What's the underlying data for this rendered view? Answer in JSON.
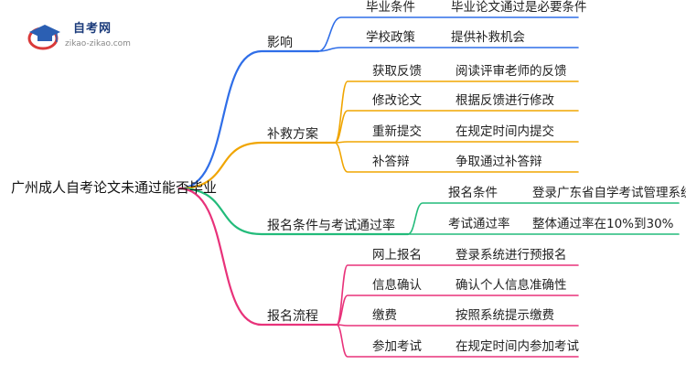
{
  "logo": {
    "title": "自考网",
    "url": "zikao-zikao.com",
    "colors": {
      "cap": "#2b5fb3",
      "ring": "#d93a3a"
    }
  },
  "root": {
    "label": "广州成人自考论文未通过能否毕业"
  },
  "branches": [
    {
      "id": "impact",
      "label": "影响",
      "color": "#2f6ee8",
      "children": [
        {
          "key": "毕业条件",
          "value": "毕业论文通过是必要条件"
        },
        {
          "key": "学校政策",
          "value": "提供补救机会"
        }
      ]
    },
    {
      "id": "remedy",
      "label": "补救方案",
      "color": "#f0a500",
      "children": [
        {
          "key": "获取反馈",
          "value": "阅读评审老师的反馈"
        },
        {
          "key": "修改论文",
          "value": "根据反馈进行修改"
        },
        {
          "key": "重新提交",
          "value": "在规定时间内提交"
        },
        {
          "key": "补答辩",
          "value": "争取通过补答辩"
        }
      ]
    },
    {
      "id": "conditions",
      "label": "报名条件与考试通过率",
      "color": "#22bb7a",
      "children": [
        {
          "key": "报名条件",
          "value": "登录广东省自学考试管理系统"
        },
        {
          "key": "考试通过率",
          "value": "整体通过率在10%到30%"
        }
      ]
    },
    {
      "id": "process",
      "label": "报名流程",
      "color": "#e8327a",
      "children": [
        {
          "key": "网上报名",
          "value": "登录系统进行预报名"
        },
        {
          "key": "信息确认",
          "value": "确认个人信息准确性"
        },
        {
          "key": "缴费",
          "value": "按照系统提示缴费"
        },
        {
          "key": "参加考试",
          "value": "在规定时间内参加考试"
        }
      ]
    }
  ]
}
